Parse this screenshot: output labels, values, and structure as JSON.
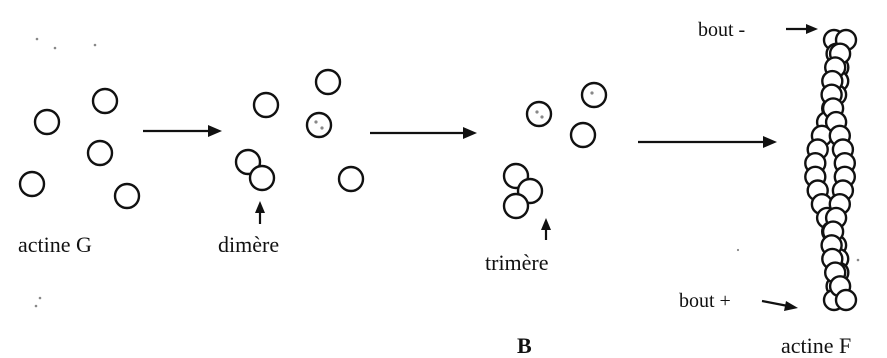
{
  "stages": {
    "monomers": {
      "label": "actine G"
    },
    "dimer": {
      "label": "dimère"
    },
    "trimer": {
      "label": "trimère"
    },
    "filament": {
      "label": "actine F",
      "minus_end": "bout -",
      "plus_end": "bout +"
    }
  },
  "panel_letter": "B"
}
